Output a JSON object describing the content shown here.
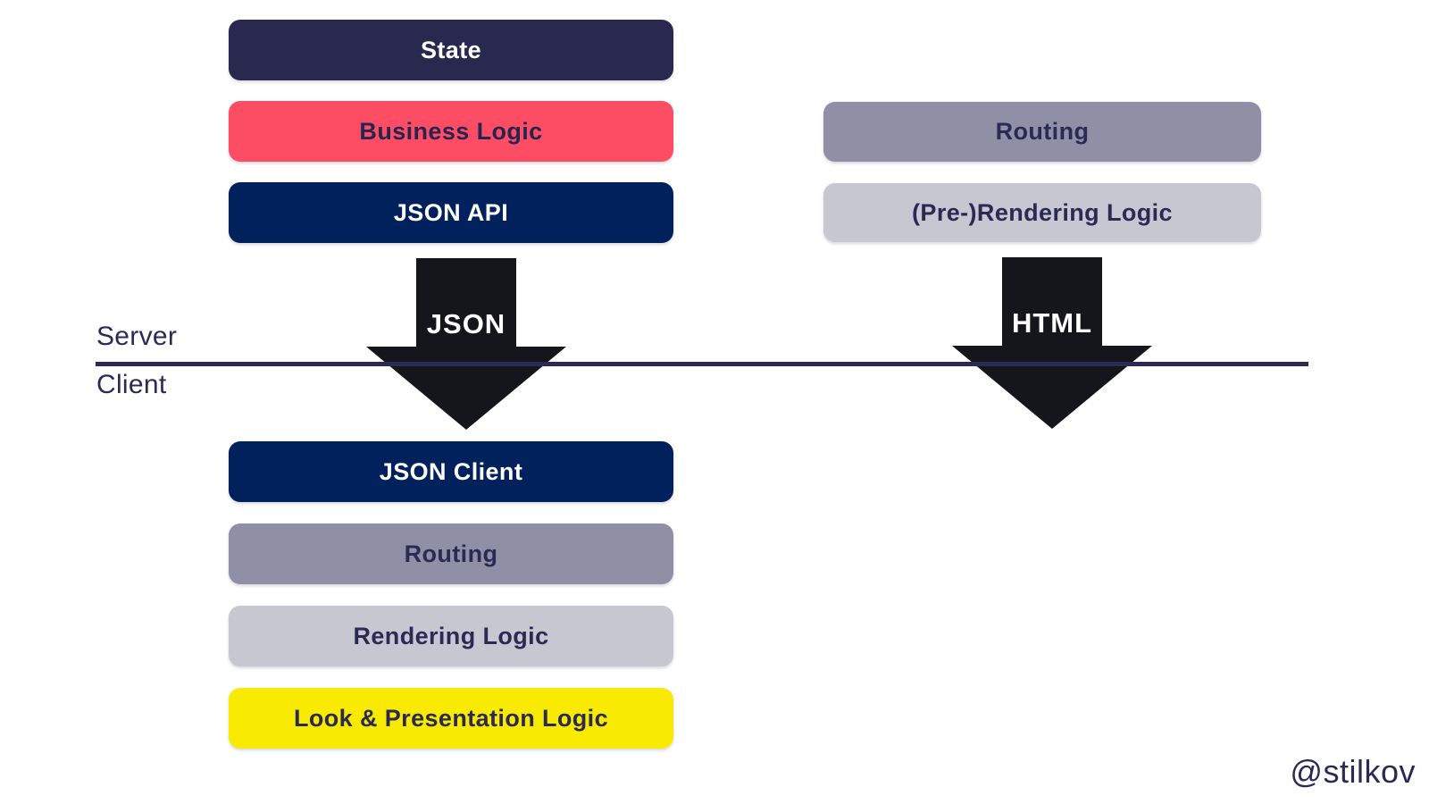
{
  "colors": {
    "background": "#ffffff",
    "navy_dark": "#292950",
    "pink": "#fd4d65",
    "blue_dark": "#01215d",
    "gray_medium": "#8f90a5",
    "gray_light": "#c7c7d1",
    "yellow": "#f8ea00",
    "arrow_black": "#15151c",
    "text_light": "#ffffff",
    "text_dark": "#2b2a55",
    "divider": "#2a2a55"
  },
  "server_section": {
    "app_stack": [
      {
        "label": "State",
        "bg": "#292950",
        "fg": "#ffffff"
      },
      {
        "label": "Business Logic",
        "bg": "#fd4d65",
        "fg": "#272450"
      },
      {
        "label": "JSON API",
        "bg": "#01215d",
        "fg": "#ffffff"
      }
    ],
    "render_stack": [
      {
        "label": "Routing",
        "bg": "#8f90a5",
        "fg": "#2b2a55"
      },
      {
        "label": "(Pre-)Rendering Logic",
        "bg": "#c7c7d1",
        "fg": "#2b2a55"
      }
    ]
  },
  "arrows": [
    {
      "label": "JSON"
    },
    {
      "label": "HTML"
    }
  ],
  "divider": {
    "top_label": "Server",
    "bottom_label": "Client"
  },
  "client_section": {
    "stack": [
      {
        "label": "JSON Client",
        "bg": "#01215d",
        "fg": "#ffffff"
      },
      {
        "label": "Routing",
        "bg": "#8f90a5",
        "fg": "#2b2a55"
      },
      {
        "label": "Rendering Logic",
        "bg": "#c7c7d1",
        "fg": "#2b2a55"
      },
      {
        "label": "Look & Presentation Logic",
        "bg": "#f8ea00",
        "fg": "#2b2a55"
      }
    ]
  },
  "attribution": "@stilkov"
}
